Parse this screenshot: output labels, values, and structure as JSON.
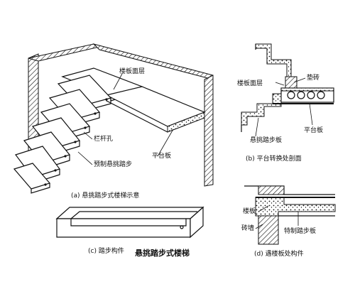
{
  "figure_title": "悬挑踏步式楼梯",
  "panel_a": {
    "caption": "(a) 悬挑踏步式楼梯示意",
    "labels": {
      "floor_surface": "楼板面层",
      "railing_hole": "栏杆孔",
      "precast_step": "预制悬挑踏步",
      "landing": "平台板"
    }
  },
  "panel_b": {
    "caption": "(b) 平台转换处剖面",
    "labels": {
      "pad_brick": "垫砖",
      "floor_surface": "楼板面层",
      "step_board": "悬挑踏步板",
      "landing": "平台板"
    }
  },
  "panel_c": {
    "caption": "(c) 踏步构件"
  },
  "panel_d": {
    "caption": "(d) 遇楼板处构件",
    "labels": {
      "floor_slab": "楼板",
      "brick_wall": "砖墙",
      "special_step": "特制踏步板"
    }
  }
}
